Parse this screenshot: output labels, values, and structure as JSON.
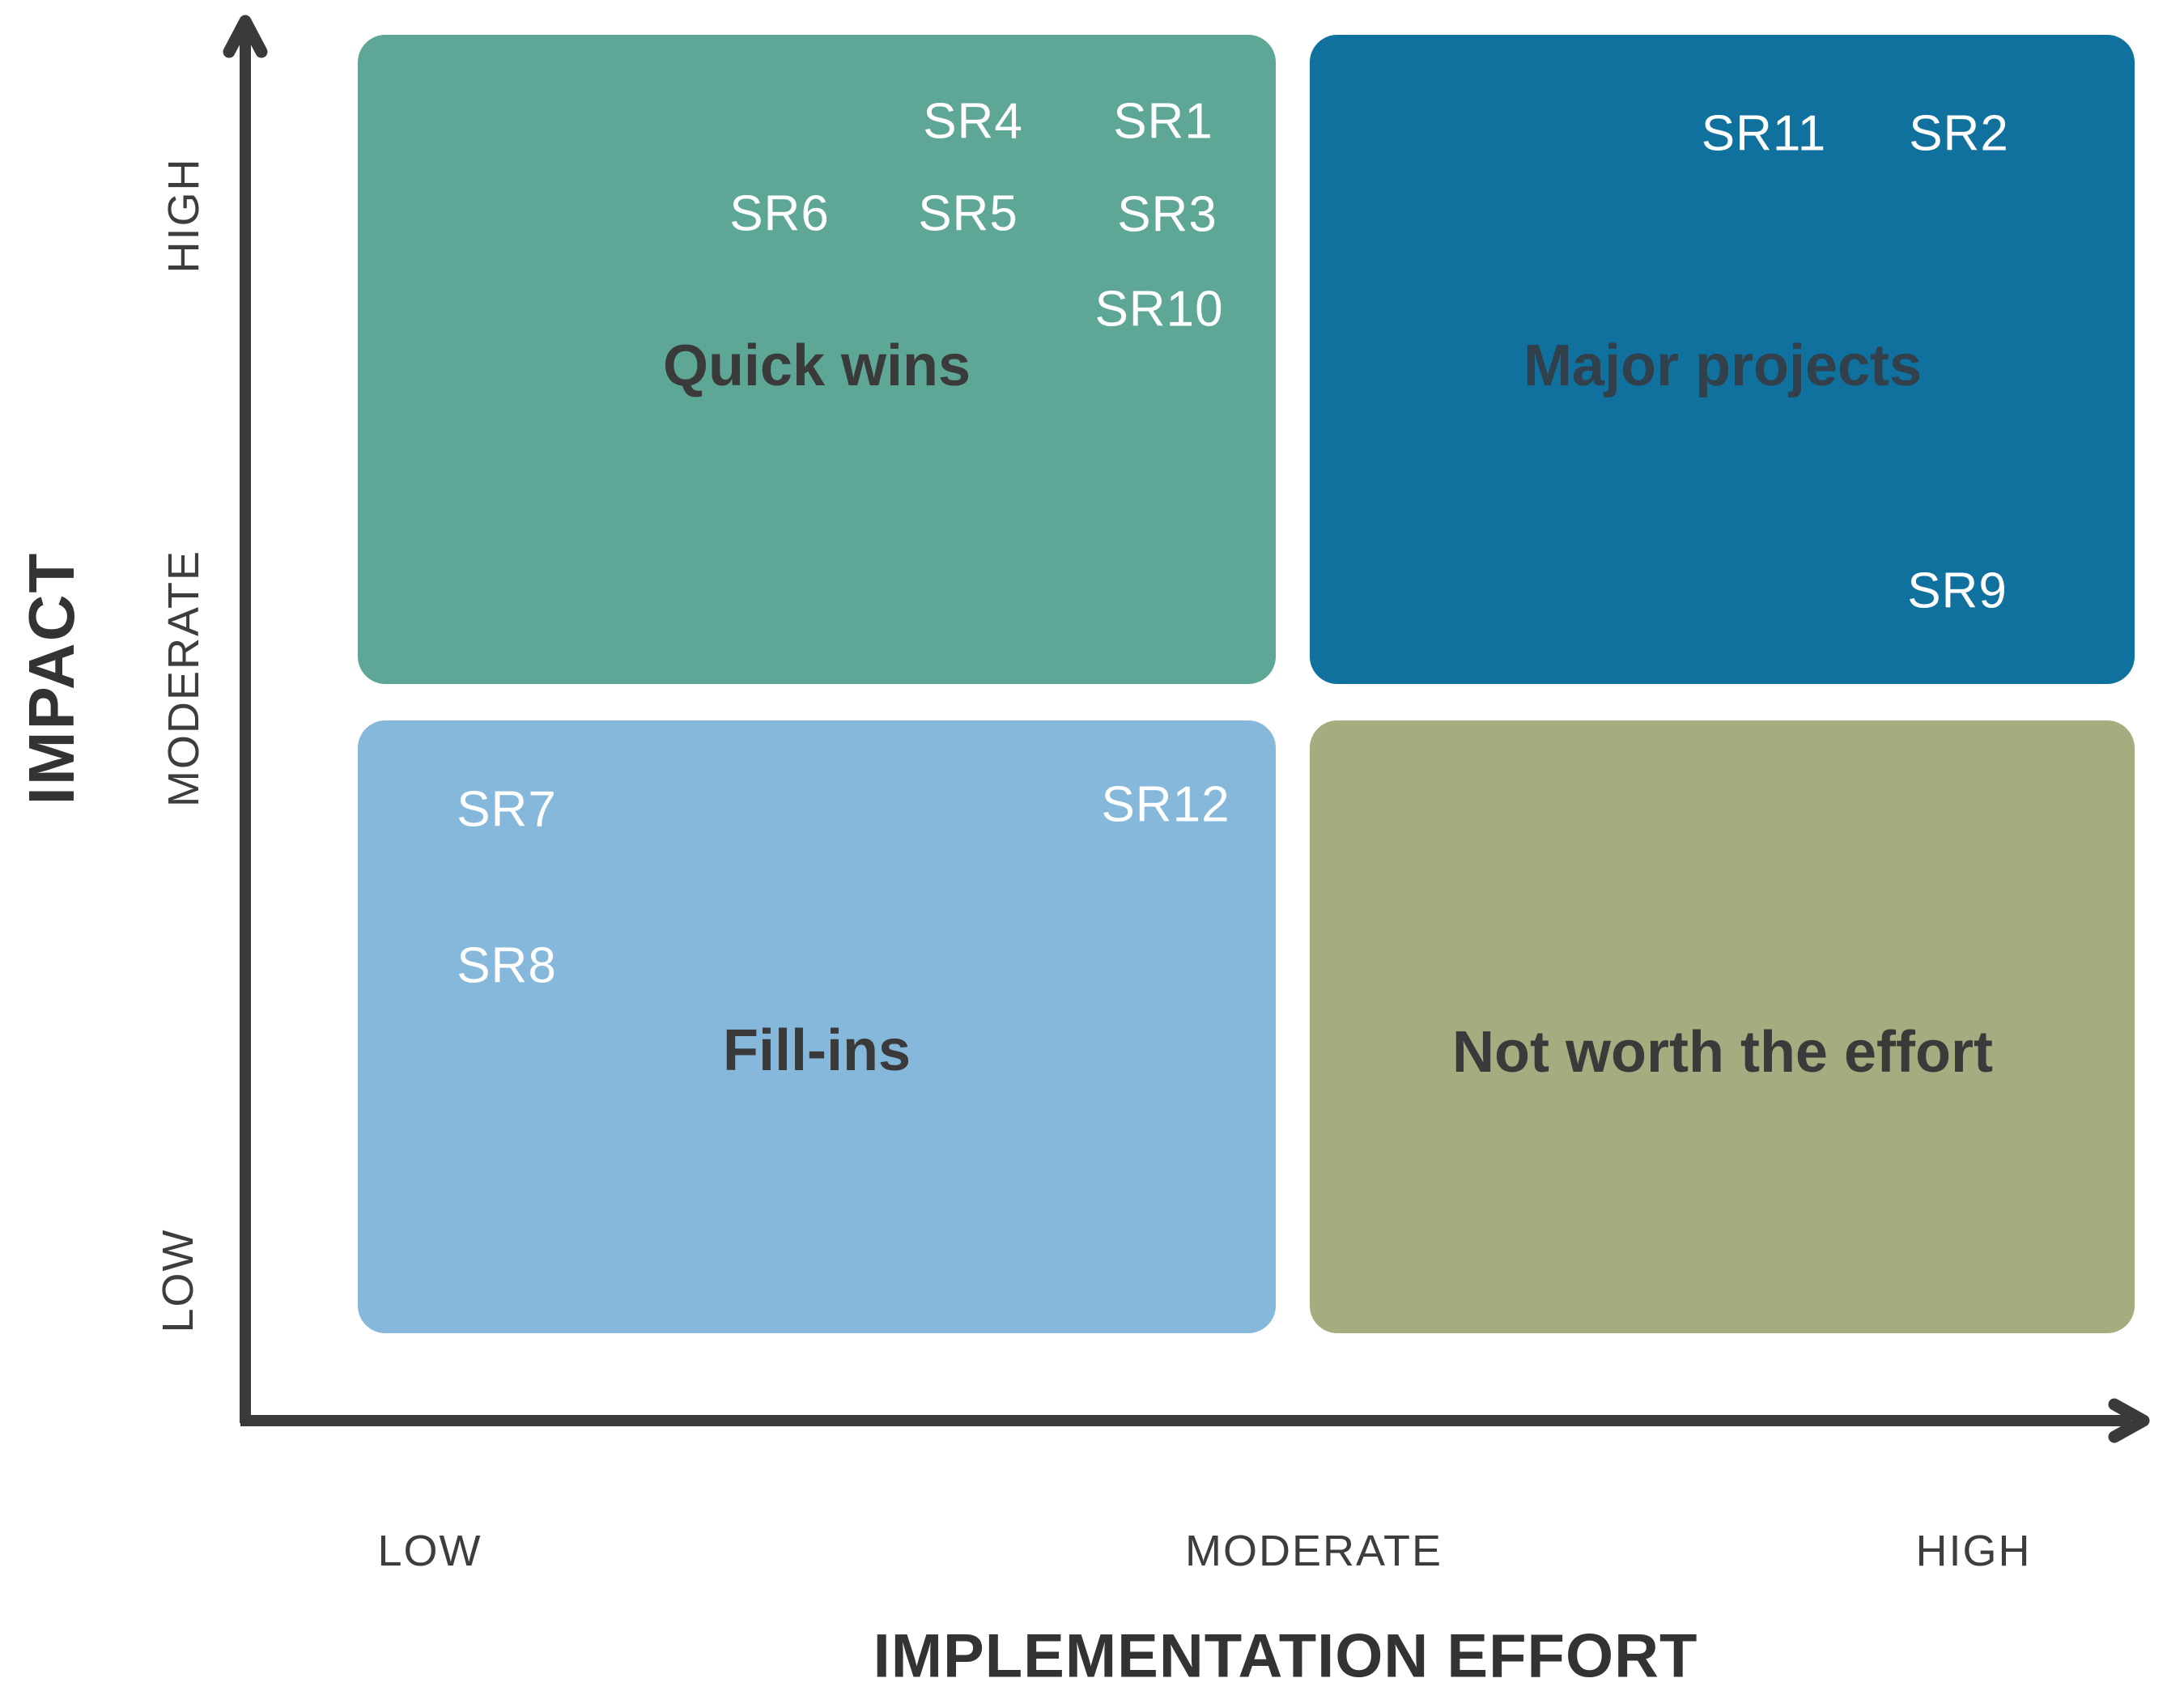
{
  "matrix": {
    "x_axis": {
      "title": "IMPLEMENTATION EFFORT",
      "tick_labels": [
        "LOW",
        "MODERATE",
        "HIGH"
      ]
    },
    "y_axis": {
      "title": "IMPACT",
      "tick_labels": [
        "HIGH",
        "MODERATE",
        "LOW"
      ]
    },
    "quadrants": [
      {
        "id": "quick-wins",
        "title": "Quick wins",
        "position": "top-left",
        "effort": "low",
        "impact": "high",
        "color": "#5EA695",
        "items": [
          {
            "label": "SR4"
          },
          {
            "label": "SR1"
          },
          {
            "label": "SR6"
          },
          {
            "label": "SR5"
          },
          {
            "label": "SR3"
          },
          {
            "label": "SR10"
          }
        ]
      },
      {
        "id": "major-projects",
        "title": "Major projects",
        "position": "top-right",
        "effort": "high",
        "impact": "high",
        "color": "#10719F",
        "items": [
          {
            "label": "SR11"
          },
          {
            "label": "SR2"
          },
          {
            "label": "SR9"
          }
        ]
      },
      {
        "id": "fill-ins",
        "title": "Fill-ins",
        "position": "bottom-left",
        "effort": "low",
        "impact": "low",
        "color": "#85B8DB",
        "items": [
          {
            "label": "SR7"
          },
          {
            "label": "SR12"
          },
          {
            "label": "SR8"
          }
        ]
      },
      {
        "id": "not-worth-the-effort",
        "title": "Not worth the effort",
        "position": "bottom-right",
        "effort": "high",
        "impact": "low",
        "color": "#A6AC7F",
        "items": []
      }
    ]
  },
  "colors": {
    "background": "#FFFFFF",
    "axis": "#3A3A3A",
    "tick_text": "#3D3D3D",
    "axis_title_text": "#333333",
    "quadrant_title_text": "#3A3A3A",
    "item_text": "#FFFFFF"
  }
}
